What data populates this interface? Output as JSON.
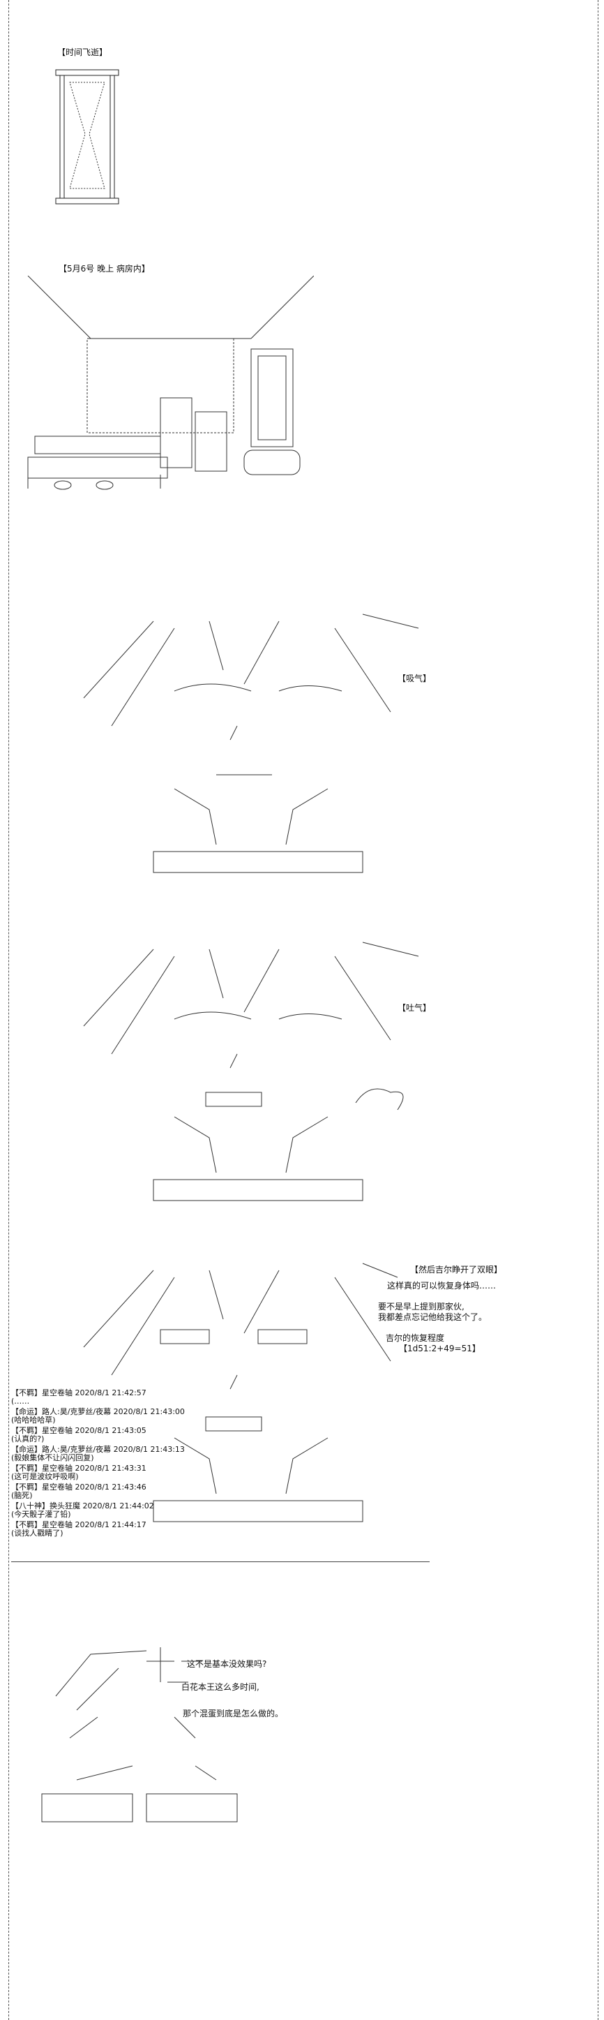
{
  "scene1": {
    "label": "【时间飞逝】"
  },
  "scene2": {
    "label": "【5月6号 晚上 病房内】"
  },
  "scene3": {
    "tag": "【吸气】"
  },
  "scene4": {
    "tag": "【吐气】"
  },
  "scene5": {
    "tag": "【然后吉尔睁开了双眼】",
    "lines": [
      "这样真的可以恢复身体吗……",
      "要不是早上提到那家伙,",
      "我都差点忘记他给我这个了。"
    ],
    "recovery_title": "吉尔的恢复程度",
    "recovery_value": "【1d51:2+49=51】"
  },
  "comments": [
    {
      "header": "【不羁】星空卷轴 2020/8/1 21:42:57",
      "body": "(……"
    },
    {
      "header": "【命运】路人:昊/克萝丝/夜幕 2020/8/1 21:43:00",
      "body": "(哈哈哈哈草)"
    },
    {
      "header": "【不羁】星空卷轴 2020/8/1 21:43:05",
      "body": "(认真的?)"
    },
    {
      "header": "【命运】路人:昊/克萝丝/夜幕 2020/8/1 21:43:13",
      "body": "(毅娘集体不让闪闪回复)"
    },
    {
      "header": "【不羁】星空卷轴 2020/8/1 21:43:31",
      "body": "(这可是波纹呼吸啊)"
    },
    {
      "header": "【不羁】星空卷轴 2020/8/1 21:43:46",
      "body": "(脑死)"
    },
    {
      "header": "【八十神】换头狂魔 2020/8/1 21:44:02",
      "body": "(今天骰子灌了铅)"
    },
    {
      "header": "【不羁】星空卷轴 2020/8/1 21:44:17",
      "body": "(谈找人戳睛了)"
    }
  ],
  "scene6": {
    "lines": [
      "这不是基本没效果吗?",
      "白花本王这么多时间,",
      "那个混蛋到底是怎么做的。"
    ]
  }
}
